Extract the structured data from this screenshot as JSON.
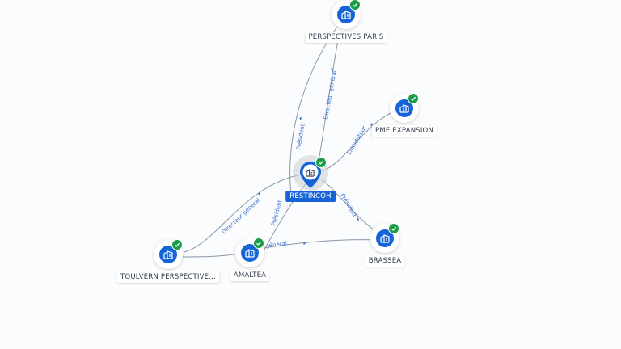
{
  "colors": {
    "accent": "#1565d8",
    "check": "#1a9e45",
    "edge": "#8a95a5",
    "edge_label": "#3a6fd0"
  },
  "center": {
    "label": "RESTINCOH",
    "icon": "building-icon"
  },
  "nodes": [
    {
      "id": "perspectives-paris",
      "label": "PERSPECTIVES PARIS",
      "icon": "building-icon",
      "verified": true
    },
    {
      "id": "pme-expansion",
      "label": "PME EXPANSION",
      "icon": "building-icon",
      "verified": true
    },
    {
      "id": "brassea",
      "label": "BRASSEA",
      "icon": "building-icon",
      "verified": true
    },
    {
      "id": "amaltea",
      "label": "AMALTEA",
      "icon": "building-icon",
      "verified": true
    },
    {
      "id": "toulvern",
      "label": "TOULVERN PERSPECTIVE...",
      "icon": "building-icon",
      "verified": true
    }
  ],
  "edges": [
    {
      "id": "president-paris",
      "label": "Président"
    },
    {
      "id": "dg-paris",
      "label": "Directeur général"
    },
    {
      "id": "liquidateur-pme",
      "label": "Liquidateur"
    },
    {
      "id": "president-brassea",
      "label": "Président"
    },
    {
      "id": "president-amaltea",
      "label": "Président"
    },
    {
      "id": "dg-toulvern",
      "label": "Directeur général"
    },
    {
      "id": "dg-amaltea-brassea",
      "label": "Directeur général"
    }
  ]
}
